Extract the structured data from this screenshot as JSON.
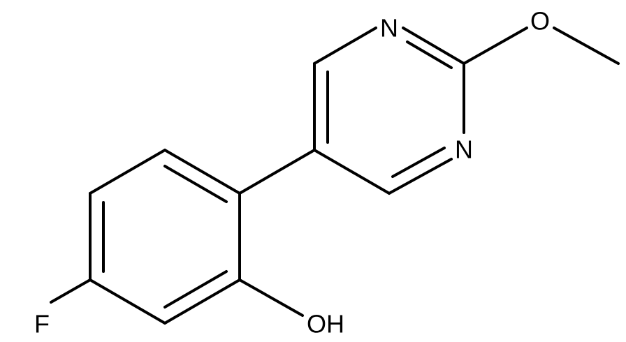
{
  "structure": {
    "atoms": [
      {
        "id": "n1",
        "symbol": "N"
      },
      {
        "id": "n3",
        "symbol": "N"
      },
      {
        "id": "o_methoxy",
        "symbol": "O"
      },
      {
        "id": "f",
        "symbol": "F"
      },
      {
        "id": "oh",
        "symbol": "OH"
      }
    ],
    "colors": {
      "bond": "#000000",
      "label": "#000000",
      "background": "#ffffff"
    }
  }
}
